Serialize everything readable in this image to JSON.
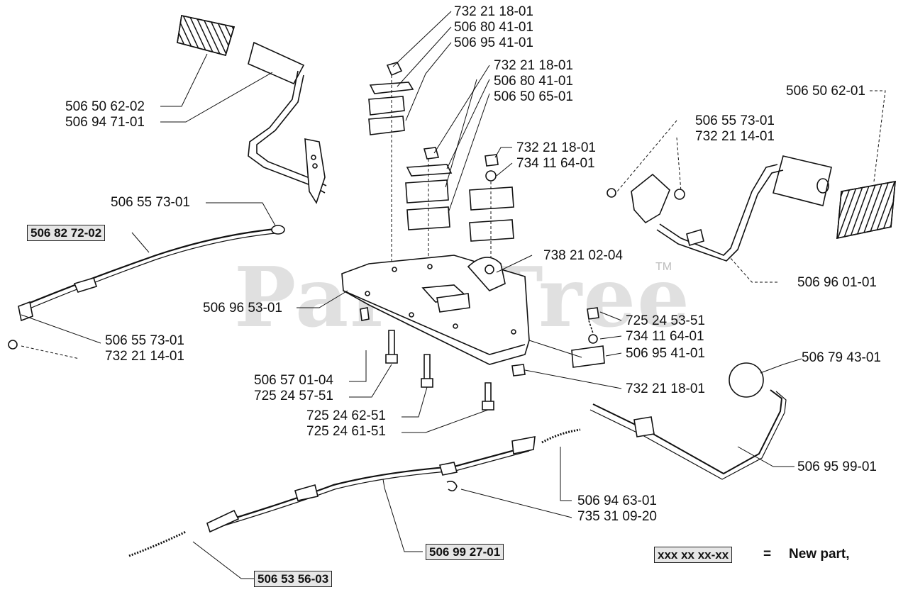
{
  "watermark": {
    "text": "PartsTree",
    "tm": "TM"
  },
  "legend": {
    "code": "xxx xx xx-xx",
    "equals": "=",
    "text": "New part,"
  },
  "labels": {
    "l01": "732 21 18-01",
    "l02": "506 80 41-01",
    "l03": "506 95 41-01",
    "l04": "732 21 18-01",
    "l05": "506 80 41-01",
    "l06": "506 50 65-01",
    "l07": "506 50 62-02",
    "l08": "506 94 71-01",
    "l09": "732 21 18-01",
    "l10": "734 11 64-01",
    "l11": "506 50 62-01",
    "l12": "506 55 73-01",
    "l13": "732 21 14-01",
    "l14": "506 55 73-01",
    "l15": "738 21 02-04",
    "l16": "506 96 01-01",
    "l17": "506 96 53-01",
    "l18": "725 24 53-51",
    "l19": "734 11 64-01",
    "l20": "506 95 41-01",
    "l21": "732 21 18-01",
    "l22": "506 79 43-01",
    "l23": "506 55 73-01",
    "l24": "732 21 14-01",
    "l25": "506 57 01-04",
    "l26": "725 24 57-51",
    "l27": "725 24 62-51",
    "l28": "725 24 61-51",
    "l29": "506 95 99-01",
    "l30": "506 94 63-01",
    "l31": "735 31 09-20"
  },
  "new_parts": {
    "n1": "506 82 72-02",
    "n2": "506 99 27-01",
    "n3": "506 53 56-03"
  }
}
